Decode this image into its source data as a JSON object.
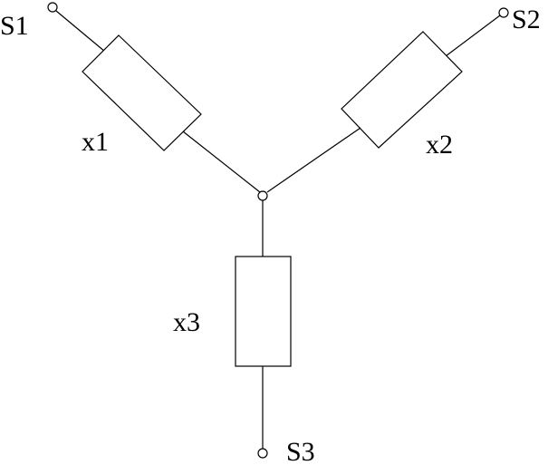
{
  "diagram": {
    "colors": {
      "line": "#000000",
      "background": "#ffffff"
    },
    "nodes": {
      "s1": {
        "label": "S1"
      },
      "s2": {
        "label": "S2"
      },
      "s3": {
        "label": "S3"
      },
      "center": {
        "label": ""
      }
    },
    "elements": {
      "x1": {
        "label": "x1",
        "connects": [
          "S1",
          "center"
        ]
      },
      "x2": {
        "label": "x2",
        "connects": [
          "S2",
          "center"
        ]
      },
      "x3": {
        "label": "x3",
        "connects": [
          "S3",
          "center"
        ]
      }
    }
  }
}
